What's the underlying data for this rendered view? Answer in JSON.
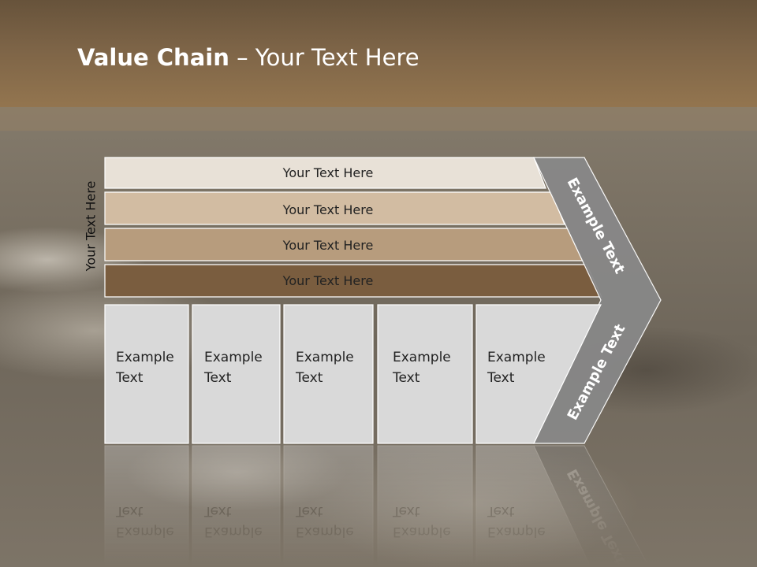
{
  "title": {
    "bold": "Value Chain",
    "rest": " – Your Text Here"
  },
  "side_label": "Your Text Here",
  "bars": [
    {
      "label": "Your Text Here",
      "color": "#e8e1d7"
    },
    {
      "label": "Your Text Here",
      "color": "#d2bca2"
    },
    {
      "label": "Your Text Here",
      "color": "#b79c7d"
    },
    {
      "label": "Your Text Here",
      "color": "#7a5d3f"
    }
  ],
  "boxes": [
    {
      "line1": "Example",
      "line2": "Text"
    },
    {
      "line1": "Example",
      "line2": "Text"
    },
    {
      "line1": "Example",
      "line2": "Text"
    },
    {
      "line1": "Example",
      "line2": "Text"
    },
    {
      "line1": "Example",
      "line2": "Text"
    }
  ],
  "chevron": {
    "upper_label": "Example Text",
    "lower_label": "Example Text",
    "color": "#888888"
  },
  "colors": {
    "header": "#7d6447",
    "box_fill": "#d9d9d9"
  }
}
